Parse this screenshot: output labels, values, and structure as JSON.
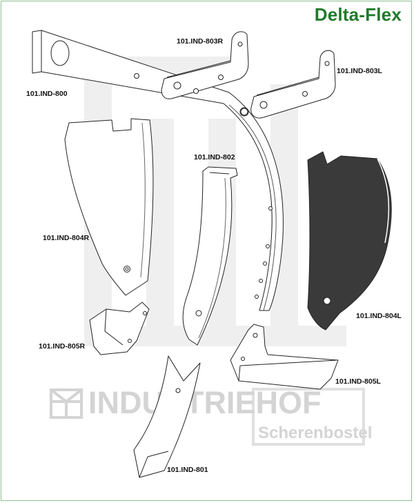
{
  "brand": {
    "title": "Delta-Flex",
    "color": "#1f7a2b"
  },
  "watermark": {
    "line1": "INDUSTRIEHOF",
    "line2": "Scherenbostel"
  },
  "parts": [
    {
      "code": "101.IND-800"
    },
    {
      "code": "101.IND-803R"
    },
    {
      "code": "101.IND-803L"
    },
    {
      "code": "101.IND-802"
    },
    {
      "code": "101.IND-804R"
    },
    {
      "code": "101.IND-804L"
    },
    {
      "code": "101.IND-805R"
    },
    {
      "code": "101.IND-805L"
    },
    {
      "code": "101.IND-801"
    }
  ]
}
